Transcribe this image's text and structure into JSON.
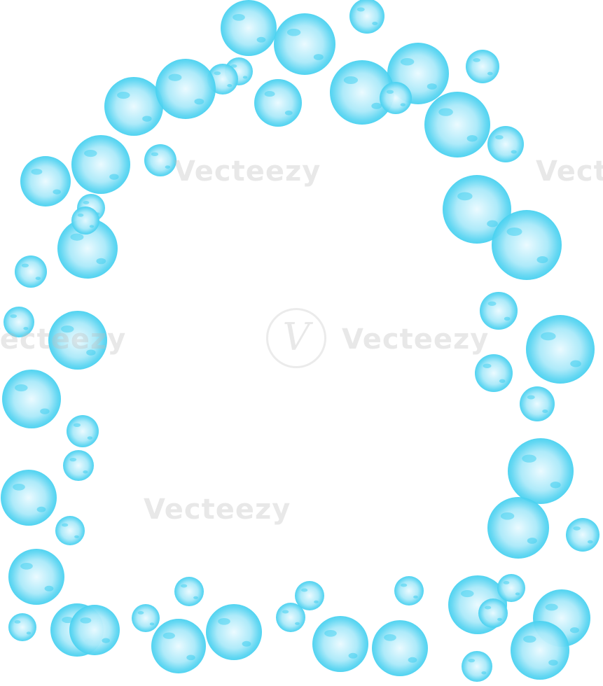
{
  "image": {
    "subject": "light blue soap bubbles arranged in the shape of the letter Q",
    "background": "#ffffff",
    "bubble_color": "#47d1f0",
    "bubble_light": "#eafaff"
  },
  "watermark": {
    "text": "Vecteezy",
    "logo_glyph": "V"
  }
}
